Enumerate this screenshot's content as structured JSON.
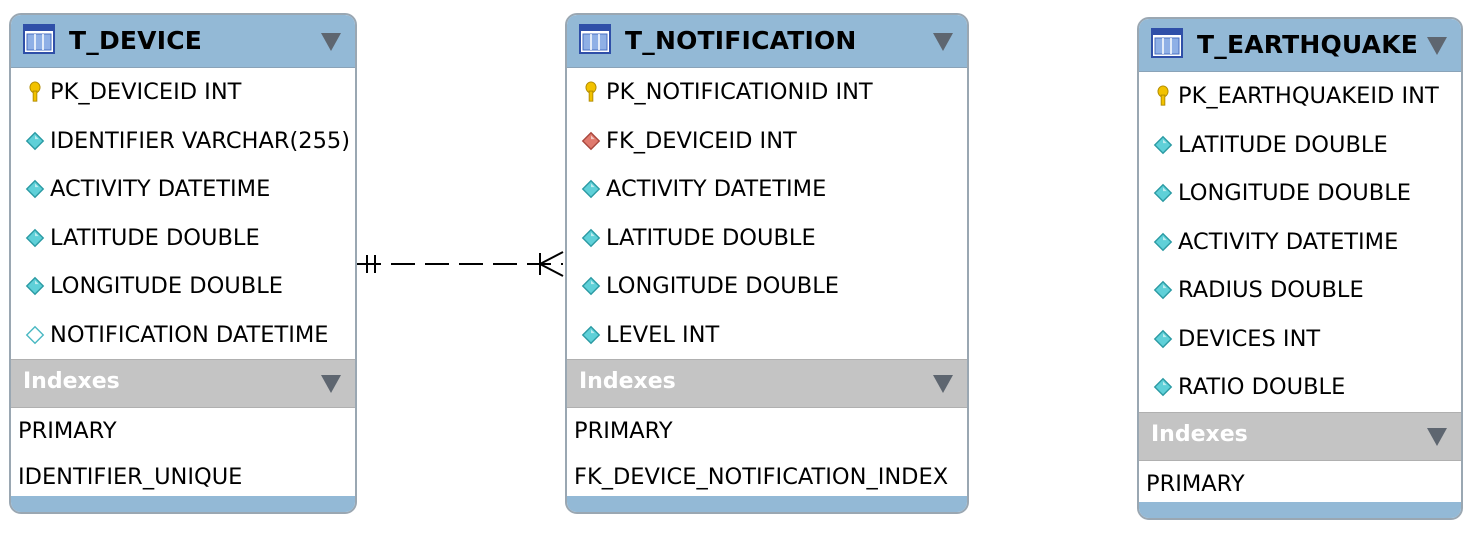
{
  "tables": [
    {
      "name": "T_DEVICE",
      "columns": [
        {
          "label": "PK_DEVICEID INT",
          "kind": "primary-key"
        },
        {
          "label": "IDENTIFIER VARCHAR(255)",
          "kind": "not-null"
        },
        {
          "label": "ACTIVITY DATETIME",
          "kind": "not-null"
        },
        {
          "label": "LATITUDE DOUBLE",
          "kind": "not-null"
        },
        {
          "label": "LONGITUDE DOUBLE",
          "kind": "not-null"
        },
        {
          "label": "NOTIFICATION DATETIME",
          "kind": "nullable"
        }
      ],
      "indexes_label": "Indexes",
      "indexes": [
        "PRIMARY",
        "IDENTIFIER_UNIQUE"
      ]
    },
    {
      "name": "T_NOTIFICATION",
      "columns": [
        {
          "label": "PK_NOTIFICATIONID INT",
          "kind": "primary-key"
        },
        {
          "label": "FK_DEVICEID INT",
          "kind": "foreign-key"
        },
        {
          "label": "ACTIVITY DATETIME",
          "kind": "not-null"
        },
        {
          "label": "LATITUDE DOUBLE",
          "kind": "not-null"
        },
        {
          "label": "LONGITUDE DOUBLE",
          "kind": "not-null"
        },
        {
          "label": "LEVEL INT",
          "kind": "not-null"
        }
      ],
      "indexes_label": "Indexes",
      "indexes": [
        "PRIMARY",
        "FK_DEVICE_NOTIFICATION_INDEX"
      ]
    },
    {
      "name": "T_EARTHQUAKE",
      "columns": [
        {
          "label": "PK_EARTHQUAKEID INT",
          "kind": "primary-key"
        },
        {
          "label": "LATITUDE DOUBLE",
          "kind": "not-null"
        },
        {
          "label": "LONGITUDE DOUBLE",
          "kind": "not-null"
        },
        {
          "label": "ACTIVITY DATETIME",
          "kind": "not-null"
        },
        {
          "label": "RADIUS DOUBLE",
          "kind": "not-null"
        },
        {
          "label": "DEVICES INT",
          "kind": "not-null"
        },
        {
          "label": "RATIO DOUBLE",
          "kind": "not-null"
        }
      ],
      "indexes_label": "Indexes",
      "indexes": [
        "PRIMARY"
      ]
    }
  ],
  "relationships": [
    {
      "from": "T_DEVICE",
      "to": "T_NOTIFICATION",
      "type": "one-to-many",
      "style": "dashed"
    }
  ],
  "colors": {
    "header": "#93b9d6",
    "index_header": "#c4c4c4",
    "primary_key": "#f2c200",
    "not_null": "#5fd0d8",
    "foreign_key": "#e07a6e"
  }
}
